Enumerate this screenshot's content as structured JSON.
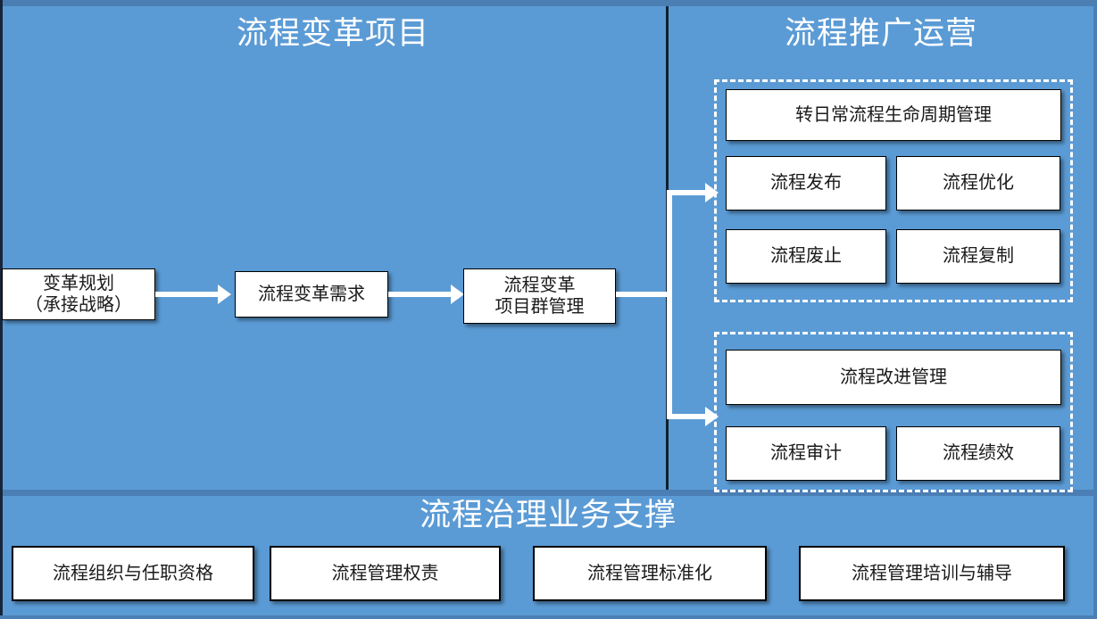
{
  "diagram": {
    "background_color": "#5b9bd5",
    "node_fill": "#ffffff",
    "node_border": "#000000",
    "connector_color": "#ffffff",
    "divider_color": "#4a7eb5"
  },
  "sections": {
    "change_project": {
      "title": "流程变革项目"
    },
    "promotion": {
      "title": "流程推广运营"
    },
    "governance": {
      "title": "流程治理业务支撑"
    }
  },
  "flow_chain": [
    {
      "label": "变革规划\n（承接战略）"
    },
    {
      "label": "流程变革需求"
    },
    {
      "label": "流程变革\n项目群管理"
    }
  ],
  "promotion_group": {
    "wide_node": {
      "label": "转日常流程生命周期管理"
    },
    "grid_nodes": [
      {
        "label": "流程发布"
      },
      {
        "label": "流程优化"
      },
      {
        "label": "流程废止"
      },
      {
        "label": "流程复制"
      }
    ]
  },
  "improvement_group": {
    "wide_node": {
      "label": "流程改进管理"
    },
    "grid_nodes": [
      {
        "label": "流程审计"
      },
      {
        "label": "流程绩效"
      }
    ]
  },
  "governance_nodes": [
    {
      "label": "流程组织与任职资格"
    },
    {
      "label": "流程管理权责"
    },
    {
      "label": "流程管理标准化"
    },
    {
      "label": "流程管理培训与辅导"
    }
  ]
}
